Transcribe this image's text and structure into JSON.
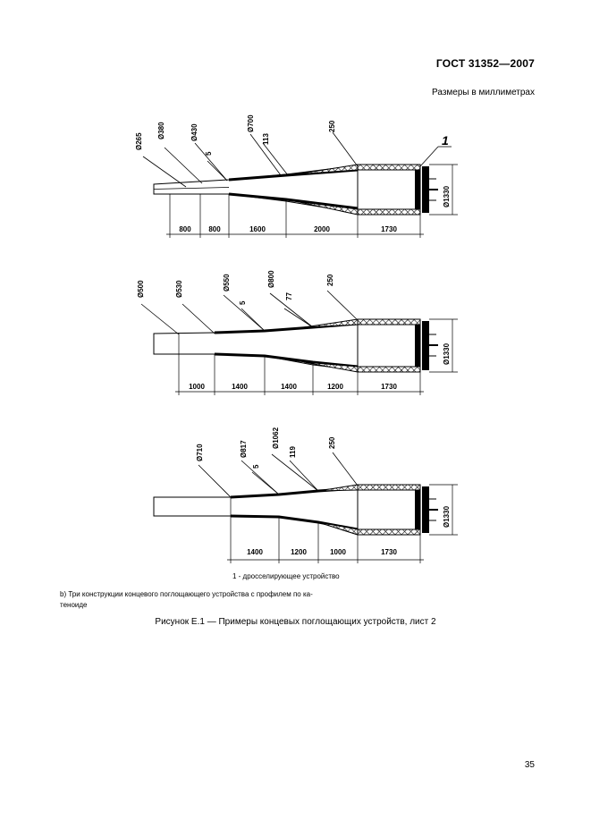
{
  "header": {
    "standard": "ГОСТ 31352—2007",
    "units_note": "Размеры в миллиметрах"
  },
  "callout": "1",
  "diagrams": [
    {
      "labels": [
        "Ø265",
        "Ø380",
        "Ø430",
        "5",
        "Ø700",
        "113",
        "250"
      ],
      "end_diameter": "Ø1330",
      "dims": [
        "800",
        "800",
        "1600",
        "2000",
        "1730"
      ]
    },
    {
      "labels": [
        "Ø500",
        "Ø530",
        "Ø550",
        "5",
        "Ø800",
        "77",
        "250"
      ],
      "end_diameter": "Ø1330",
      "dims": [
        "1000",
        "1400",
        "1400",
        "1200",
        "1730"
      ]
    },
    {
      "labels": [
        "Ø710",
        "Ø817",
        "5",
        "Ø1062",
        "119",
        "250"
      ],
      "end_diameter": "Ø1330",
      "dims": [
        "1400",
        "1200",
        "1000",
        "1730"
      ]
    }
  ],
  "legend": "1 - дросселирующее устройство",
  "note_line1": "b) Три конструкции концевого поглощающего устройства с профилем по ка-",
  "note_line2": "теноиде",
  "caption": "Рисунок Е.1 — Примеры концевых поглощающих устройств, лист 2",
  "page_number": "35"
}
